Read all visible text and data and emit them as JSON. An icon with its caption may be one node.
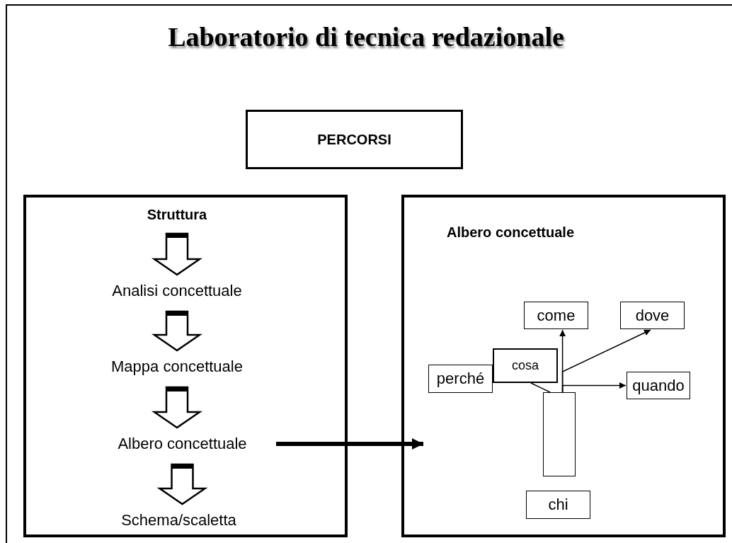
{
  "diagram": {
    "title": "Laboratorio di tecnica redazionale",
    "nodes": [
      {
        "text": [
          "PERCORSI"
        ]
      },
      {
        "text": [],
        "shape": "box"
      },
      {
        "text": [
          "Struttura"
        ],
        "in": 1
      },
      {
        "text": [
          "Analisi concettuale"
        ],
        "in": 1
      },
      {
        "text": [
          "Mappa concettuale"
        ],
        "in": 1
      },
      {
        "text": [
          "Albero concettuale"
        ],
        "in": 1
      },
      {
        "text": [
          "Schema/scaletta"
        ],
        "in": 1
      },
      {
        "text": [
          "Albero concettuale"
        ]
      },
      {
        "text": [
          "come"
        ],
        "in": 7
      },
      {
        "text": [
          "dove"
        ],
        "in": 7
      },
      {
        "text": [
          "cosa"
        ],
        "in": 7
      },
      {
        "text": [
          "perché"
        ],
        "in": 7
      },
      {
        "text": [
          "quando"
        ],
        "in": 7
      },
      {
        "text": [],
        "shape": "bar",
        "in": 7
      },
      {
        "text": [
          "chi"
        ],
        "in": 7
      }
    ],
    "edges": [
      {
        "from": 2,
        "to": 3,
        "arrow": "to"
      },
      {
        "from": 3,
        "to": 4,
        "arrow": "to"
      },
      {
        "from": 4,
        "to": 5,
        "arrow": "to"
      },
      {
        "from": 5,
        "to": 6,
        "arrow": "to"
      },
      {
        "from": 5,
        "to": 7,
        "arrow": "to",
        "style": "thick"
      },
      {
        "from": 13,
        "to": 8,
        "arrow": "to"
      },
      {
        "from": 13,
        "to": 9,
        "arrow": "to"
      },
      {
        "from": 13,
        "to": 12,
        "arrow": "to"
      },
      {
        "from": 10,
        "to": 13,
        "arrow": "none"
      }
    ]
  }
}
